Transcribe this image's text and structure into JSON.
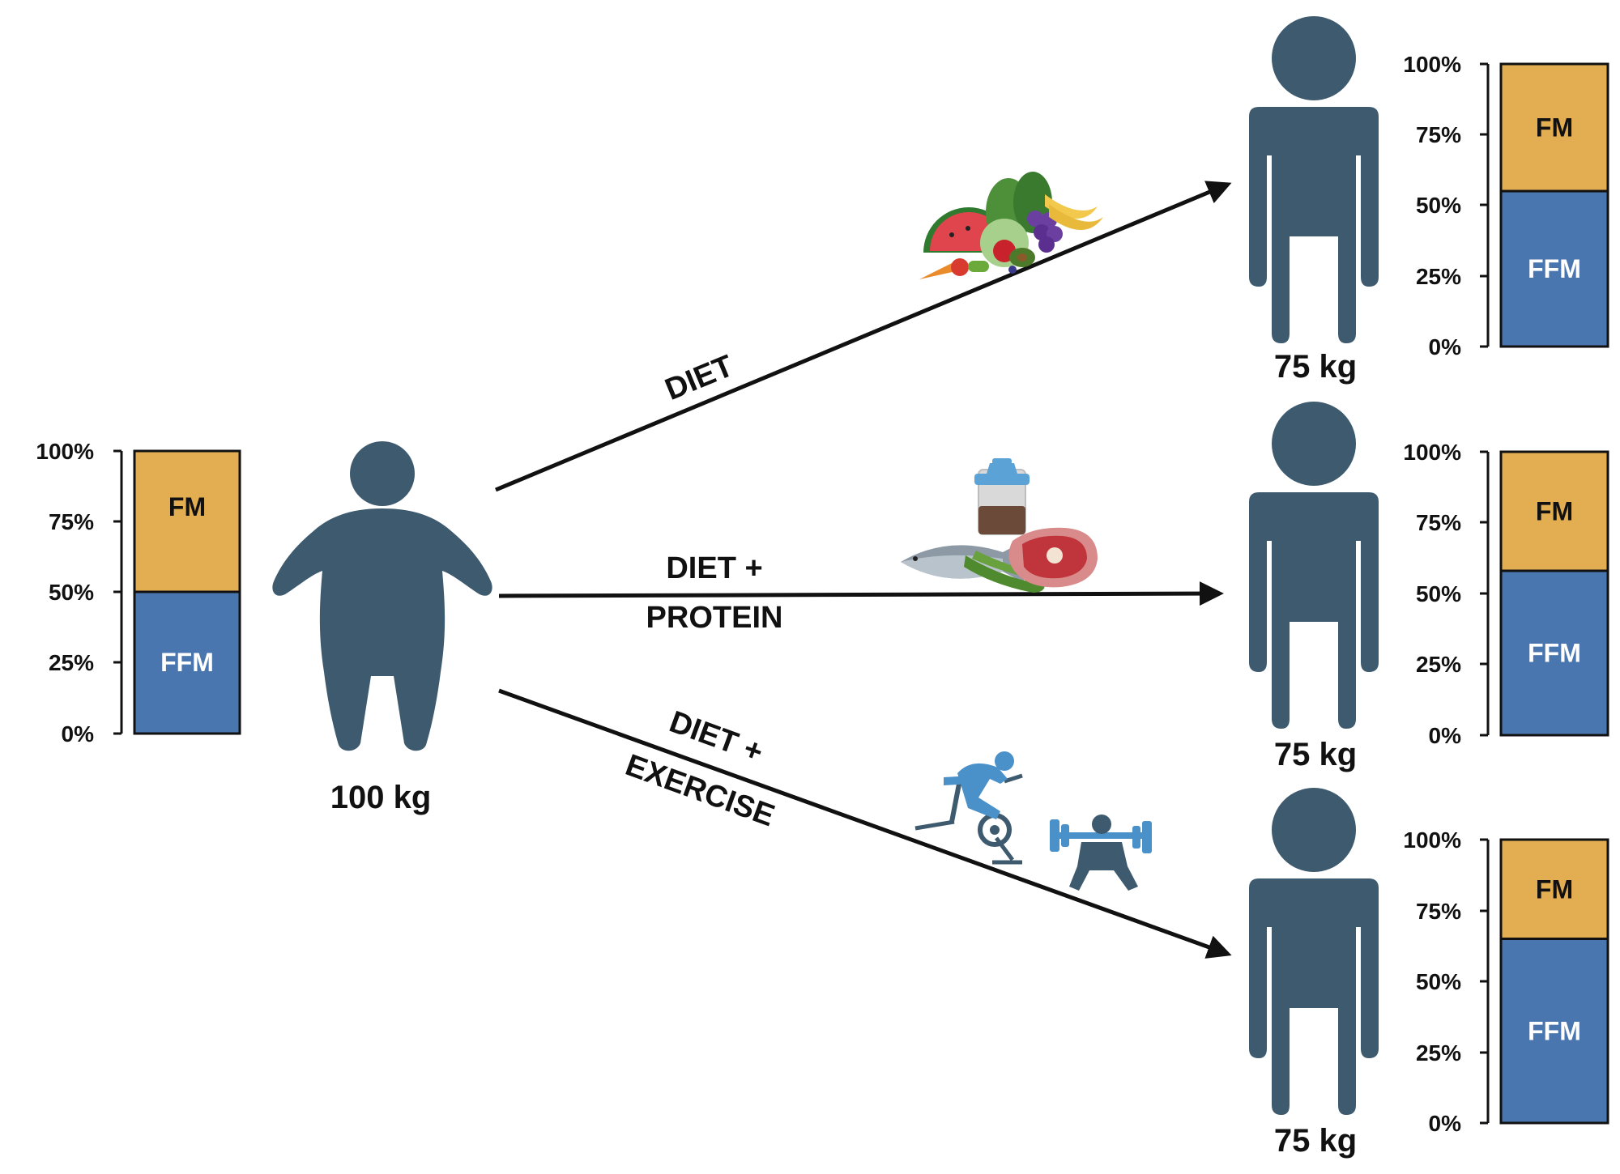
{
  "colors": {
    "fat_mass": "#E3AD52",
    "fat_free_mass": "#4A76B0",
    "figure": "#3E5A6E",
    "arrow": "#111111",
    "activity_icon": "#4A90C9"
  },
  "axis_ticks": [
    "100%",
    "75%",
    "50%",
    "25%",
    "0%"
  ],
  "legend_labels": {
    "fm": "FM",
    "ffm": "FFM"
  },
  "start": {
    "weight": "100 kg",
    "ffm_fraction": 0.5
  },
  "outcomes": [
    {
      "pathway": [
        "DIET"
      ],
      "icons": "fruits-vegetables-icon",
      "weight": "75 kg",
      "ffm_fraction": 0.55
    },
    {
      "pathway": [
        "DIET +",
        "PROTEIN"
      ],
      "icons": "protein-foods-icon",
      "weight": "75 kg",
      "ffm_fraction": 0.58
    },
    {
      "pathway": [
        "DIET +",
        "EXERCISE"
      ],
      "icons": "exercise-icon",
      "weight": "75 kg",
      "ffm_fraction": 0.65
    }
  ]
}
